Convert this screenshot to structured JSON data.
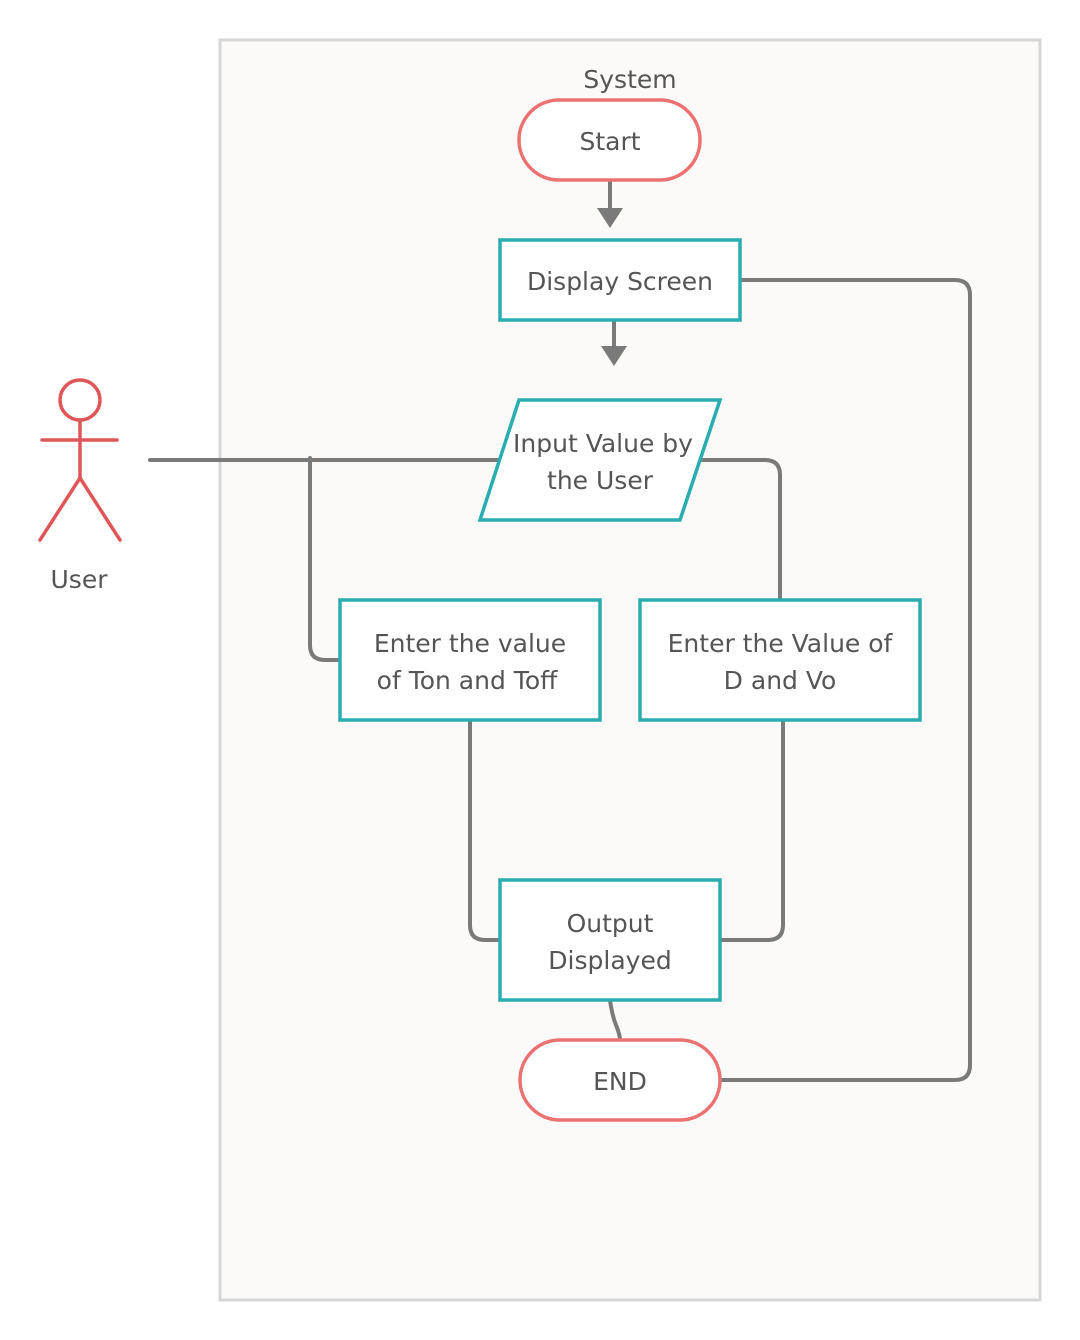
{
  "container": {
    "title": "System"
  },
  "actor": {
    "label": "User"
  },
  "nodes": {
    "start": {
      "label": [
        "Start"
      ]
    },
    "display_screen": {
      "label": [
        "Display Screen"
      ]
    },
    "input_value": {
      "label": [
        "Input Value by",
        "the User"
      ]
    },
    "enter_ton_toff": {
      "label": [
        "Enter the value",
        "of Ton and Toff"
      ]
    },
    "enter_d_vo": {
      "label": [
        "Enter the Value of",
        "D and Vo"
      ]
    },
    "output_displayed": {
      "label": [
        "Output",
        "Displayed"
      ]
    },
    "end": {
      "label": [
        "END"
      ]
    }
  },
  "colors": {
    "process_border": "#2aadb0",
    "terminal_border": "#ea7270",
    "actor": "#e05656",
    "connector": "#7a7a7a",
    "container_fill": "#fbfaf8",
    "container_border": "#d6d6d6"
  }
}
